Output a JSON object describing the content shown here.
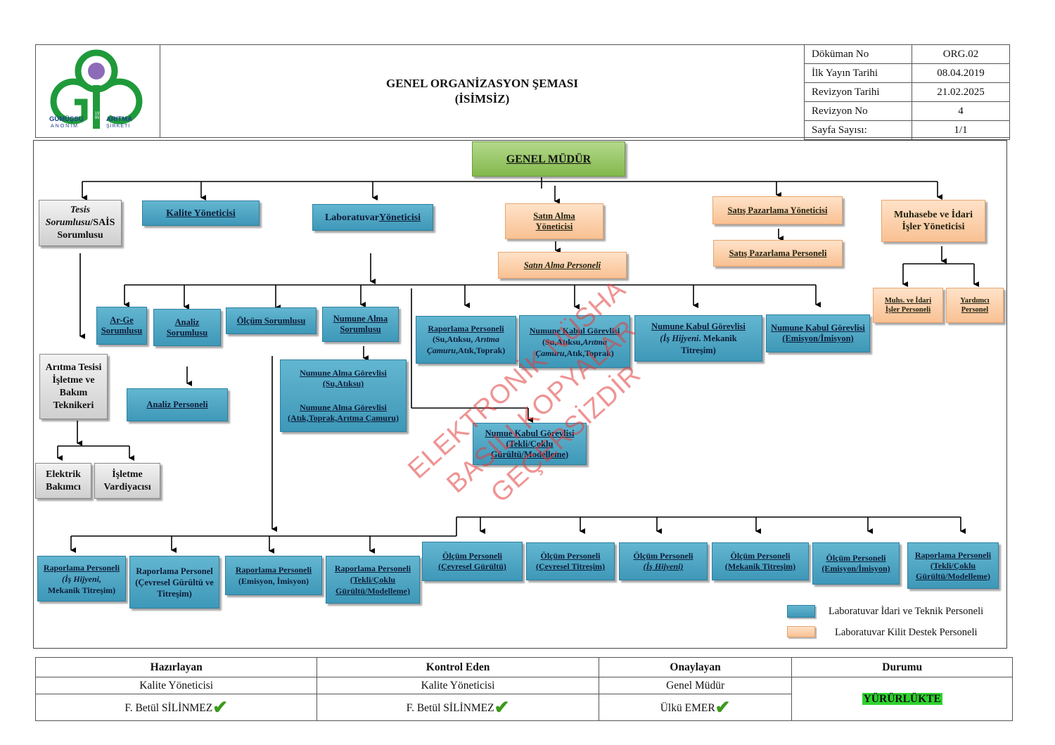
{
  "header": {
    "logo": {
      "brand_left": "GÜMÜŞSU",
      "brand_right": "ARITMA",
      "sub_left": "ANONİM",
      "sub_right": "ŞİRKETİ",
      "year": "1995"
    },
    "title_line1": "GENEL ORGANİZASYON ŞEMASI",
    "title_line2": "(İSİMSİZ)",
    "meta": [
      {
        "label": "Döküman No",
        "value": "ORG.02"
      },
      {
        "label": "İlk Yayın Tarihi",
        "value": "08.04.2019"
      },
      {
        "label": "Revizyon Tarihi",
        "value": "21.02.2025"
      },
      {
        "label": "Revizyon No",
        "value": "4"
      },
      {
        "label": "Sayfa Sayısı:",
        "value": "1/1"
      }
    ]
  },
  "chart": {
    "genel_mudur": "GENEL MÜDÜR",
    "tesis_a": "Tesis",
    "tesis_b": "Sorumlusu",
    "tesis_c": "/SAİS",
    "tesis_d": "Sorumlusu",
    "kalite": "Kalite Yöneticisi",
    "lab_a": "Laboratuvar ",
    "lab_b": "Yöneticisi",
    "satin_alma": "Satın Alma\nYöneticisi",
    "satin_alma_personeli": "Satın Alma Personeli",
    "satis_yonetici": "Satış Pazarlama Yöneticisi",
    "satis_personeli": "Satış Pazarlama Personeli",
    "muhasebe": "Muhasebe ve İdari\nİşler Yöneticisi",
    "muhs_personel": "Muhs. ve İdari\nİşler Personeli",
    "yardimci": "Yardımcı\nPersonel",
    "arge": "Ar-Ge\nSorumlusu",
    "analiz": "Analiz\nSorumlusu",
    "olcum_sorumlusu": "Ölçüm Sorumlusu",
    "numune_alma_sorumlusu": "Numune Alma\nSorumlusu",
    "raporlama_su_title": "Raporlama Personeli",
    "raporlama_su_l2": "(Su,Atıksu, ",
    "raporlama_su_l2i": "Arıtma",
    "raporlama_su_l3i": "Çamuru",
    "raporlama_su_l3": ",Atık,Toprak)",
    "nk_su_title": "Numune Kabul Görevlisi",
    "nk_su_l2": "(Su,Atıksu,",
    "nk_su_l2i": "Arıtma",
    "nk_su_l3i": "Çamuru",
    "nk_su_l3": ",Atık,Toprak)",
    "nk_ih_title": "Numune Kabul Görevlisi",
    "nk_ih_l2i": "(İş Hijyeni",
    "nk_ih_l2": ". Mekanik",
    "nk_ih_l3": "Titreşim)",
    "nk_em": "Numune Kabul Görevlisi\n(Emisyon/İmisyon)",
    "arıtma_teknik": "Arıtma Tesisi\nİşletme  ve\nBakım\nTeknikeri",
    "analiz_personeli": "Analiz Personeli",
    "na_gorevli_1": "Numune Alma Görevlisi\n(Su,Atıksu)",
    "na_gorevli_2": "Numune Alma Görevlisi\n(Atık,Toprak,Arıtma Çamuru)",
    "nk_tekli": "Numue Kabul Görevlisi\n(Tekli/Çoklu\nGürültü/Modelleme)",
    "elektrik": "Elektrik\nBakımcı",
    "isletme_vardiya": "İşletme\nVardiyacısı",
    "rp_ih_title": "Raporlama Personeli",
    "rp_ih_l2i": "(İş Hijyeni,",
    "rp_ih_l3": "Mekanik Titreşim)",
    "rp_cg": "Raporlama Personel\n(Çevresel Gürültü ve\nTitreşim)",
    "rp_em_title": "Raporlama Personeli",
    "rp_em_l2": "(Emisyon, İmisyon)",
    "rp_tekli": "Raporlama Personeli\n(Tekli/Çoklu\nGürültü/Modelleme)",
    "op_cg": "Ölçüm Personeli\n(Çevresel Gürültü)",
    "op_ct": "Ölçüm Personeli\n(Çevresel Titreşim)",
    "op_ih_title": "Ölçüm Personeli",
    "op_ih_l2i": "(İş Hijyeni)",
    "op_mt": "Ölçüm Personeli\n(Mekanik Titreşim)",
    "op_em": "Ölçüm Personeli\n(Emisyon/İmisyon)",
    "rp_tekli_2": "Raporlama Personeli\n(Tekli/Çoklu\nGürültü/Modelleme)"
  },
  "watermark": {
    "line1": "ELEKTRONİK NÜSHA",
    "line2": "BASILI KOPYALAR GEÇERSİZDİR"
  },
  "legend": [
    {
      "label": "Laboratuvar İdari ve Teknik Personeli",
      "color": "#4ba7c5"
    },
    {
      "label": "Laboratuvar Kilit Destek Personeli",
      "color": "#fbd0aa"
    }
  ],
  "footer": {
    "headers": [
      "Hazırlayan",
      "Kontrol Eden",
      "Onaylayan",
      "Durumu"
    ],
    "roles": [
      "Kalite Yöneticisi",
      "Kalite Yöneticisi",
      "Genel Müdür"
    ],
    "names": [
      "F. Betül SİLİNMEZ",
      "F. Betül SİLİNMEZ",
      "Ülkü EMER"
    ],
    "check": "✔",
    "status": "YÜRÜRLÜKTE"
  }
}
